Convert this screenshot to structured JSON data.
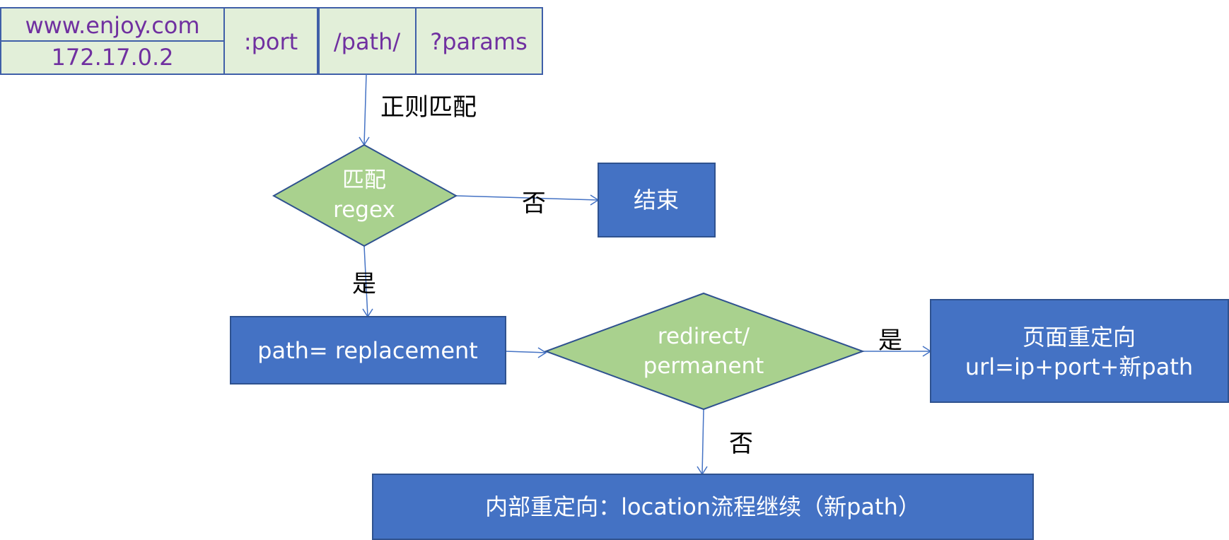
{
  "url_bar": {
    "host": "www.enjoy.com",
    "ip": "172.17.0.2",
    "port": ":port",
    "path": "/path/",
    "params": "?params"
  },
  "edge_labels": {
    "regex_match": "正则匹配",
    "no_1": "否",
    "yes_1": "是",
    "yes_2": "是",
    "no_2": "否"
  },
  "nodes": {
    "match_regex": {
      "line1": "匹配",
      "line2": "regex"
    },
    "end": "结束",
    "path_replacement": "path= replacement",
    "redirect_permanent": {
      "line1": "redirect/",
      "line2": "permanent"
    },
    "page_redirect": {
      "line1": "页面重定向",
      "line2": "url=ip+port+新path"
    },
    "internal_redirect": "内部重定向：location流程继续（新path）"
  },
  "colors": {
    "url_cell_fill": "#e2efd9",
    "url_text": "#7030a0",
    "box_fill": "#4472c4",
    "diamond_fill": "#a9d18e",
    "edge": "#4472c4"
  }
}
